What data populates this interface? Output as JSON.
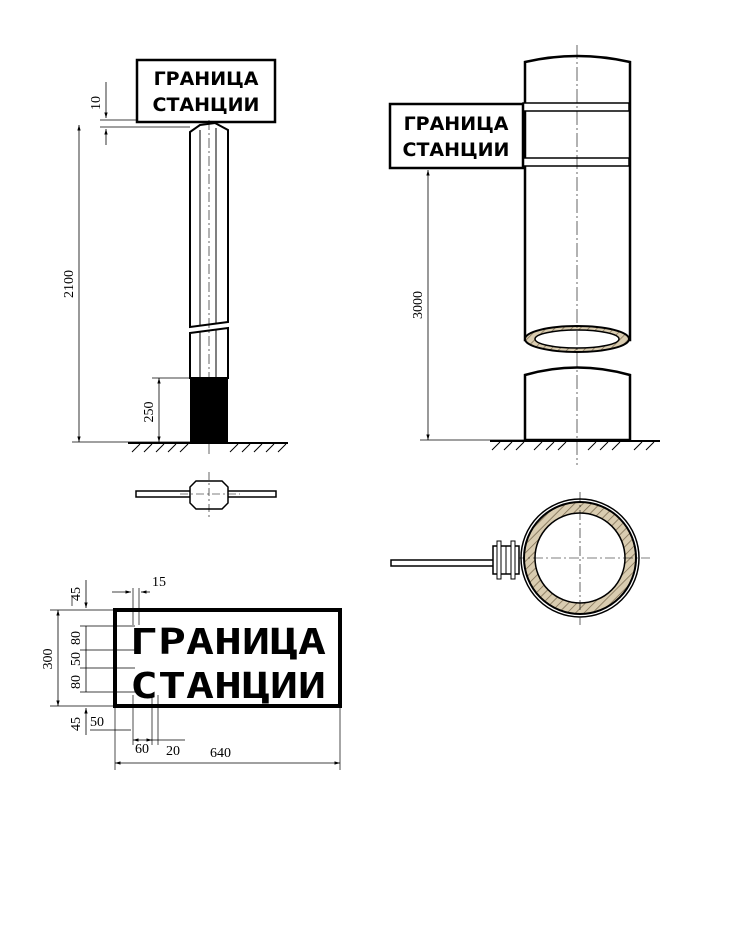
{
  "sign": {
    "line1": "ГРАНИЦА",
    "line2": "СТАНЦИИ"
  },
  "post_view": {
    "dim_gap": "10",
    "dim_height": "2100",
    "dim_band": "250"
  },
  "pole_view": {
    "dim_height": "3000"
  },
  "sign_detail": {
    "dim_top_margin": "45",
    "dim_total_height": "300",
    "dim_line1_height": "80",
    "dim_line_gap": "50",
    "dim_line2_height": "80",
    "dim_bottom_margin": "45",
    "dim_left_margin": "50",
    "dim_letter_width": "60",
    "dim_letter_gap": "20",
    "dim_stroke": "15",
    "dim_total_width": "640"
  },
  "colors": {
    "ink": "#000000",
    "hatch_fill": "#c8b89a"
  }
}
